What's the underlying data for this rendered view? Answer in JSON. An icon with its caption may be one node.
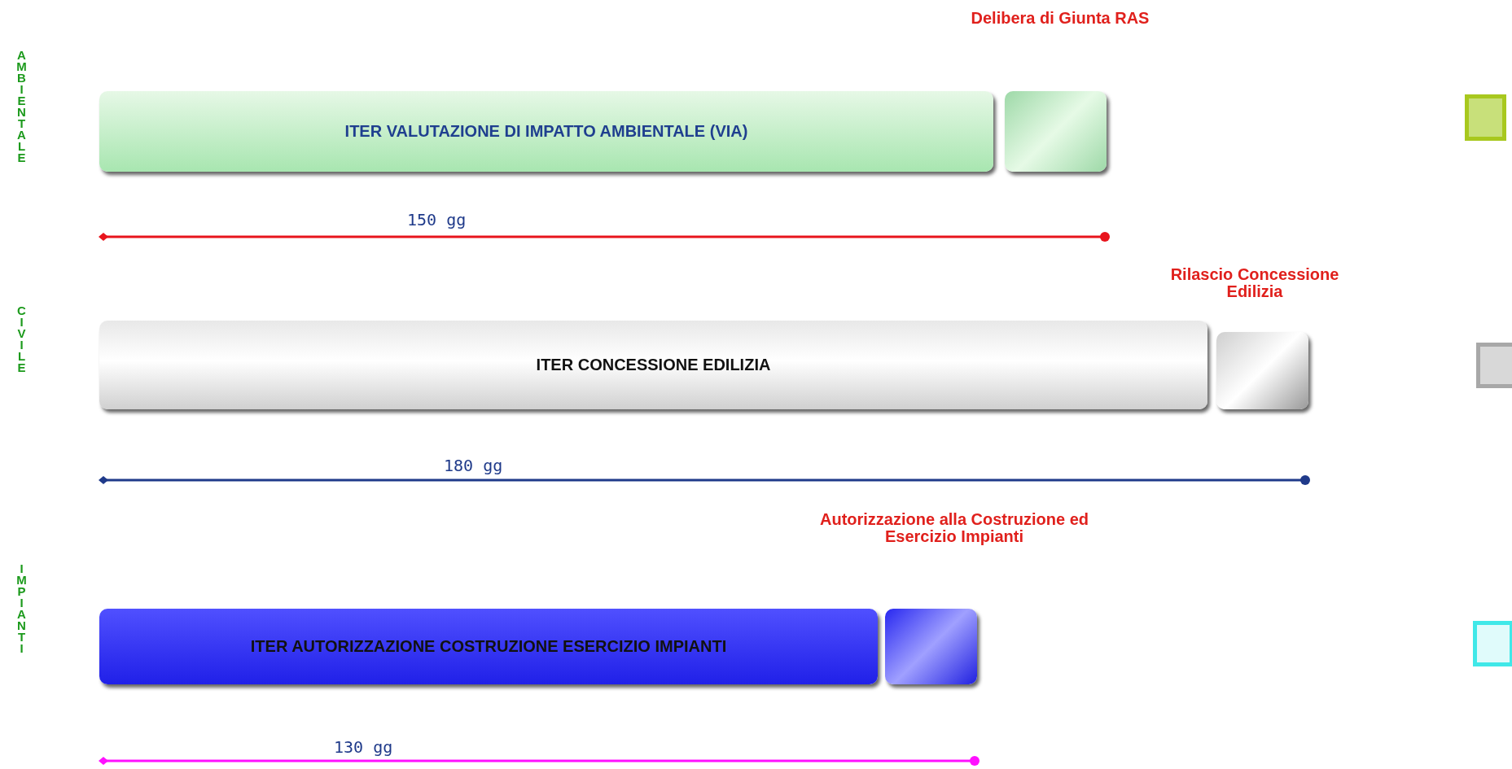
{
  "diagram": {
    "nodes": [
      {
        "text": [
          "ITER VALUTAZIONE DI IMPATTO AMBIENTALE (VIA)"
        ]
      },
      {
        "text": [
          "Delibera di Giunta RAS"
        ]
      },
      {
        "text": [
          "ITER CONCESSIONE EDILIZIA"
        ]
      },
      {
        "text": [
          "Rilascio Concessione Edilizia"
        ]
      },
      {
        "text": [
          "ITER AUTORIZZAZIONE COSTRUZIONE ESERCIZIO IMPIANTI"
        ]
      },
      {
        "text": [
          "Autorizzazione alla Costruzione ed Esercizio Impianti"
        ]
      },
      {
        "text": [],
        "shape": "box"
      },
      {
        "text": [],
        "shape": "box"
      },
      {
        "text": [],
        "shape": "box"
      }
    ],
    "labels": [
      "AMBIENTALE",
      "150 gg",
      "CIVILE",
      "180 gg",
      "IMPIANTI",
      "130 gg"
    ]
  }
}
